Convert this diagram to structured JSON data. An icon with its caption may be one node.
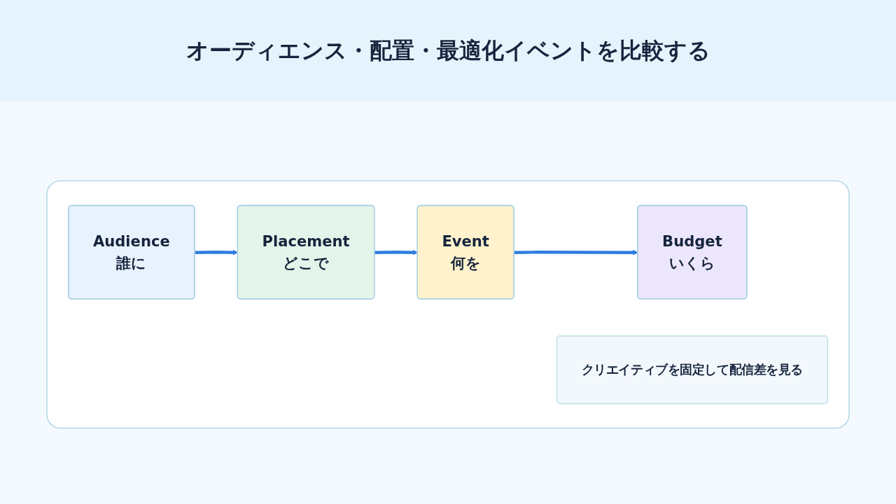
{
  "diagram": {
    "title": "オーディエンス・配置・最適化イベントを比較する",
    "nodes": [
      {
        "text": [],
        "shape": "box"
      },
      {
        "text": [
          "Audience",
          "誰に"
        ],
        "in": 0
      },
      {
        "text": [
          "Placement",
          "どこで"
        ],
        "in": 0
      },
      {
        "text": [
          "Event",
          "何を"
        ],
        "in": 0
      },
      {
        "text": [
          "Budget",
          "いくら"
        ],
        "in": 0
      },
      {
        "text": [
          "クリエイティブを固定して配信差を見る"
        ],
        "in": 0
      }
    ],
    "edges": [
      {
        "from": 1,
        "to": 2,
        "arrow": "to"
      },
      {
        "from": 2,
        "to": 3,
        "arrow": "to"
      },
      {
        "from": 3,
        "to": 4,
        "arrow": "to"
      }
    ]
  }
}
